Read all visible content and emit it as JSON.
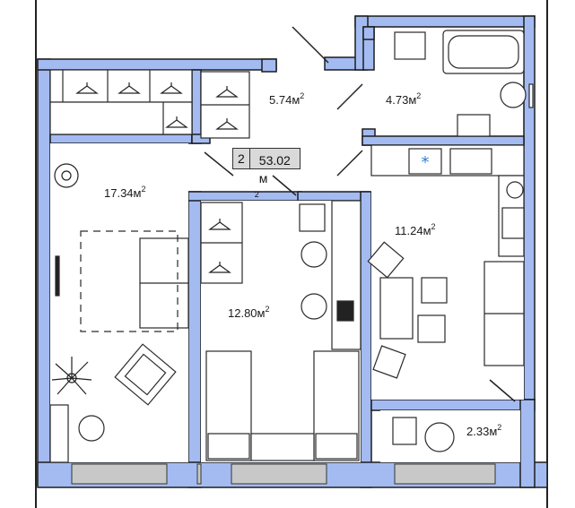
{
  "apartment": {
    "rooms_count": "2",
    "total_area": "53.02",
    "unit": "м",
    "unit_power": "2"
  },
  "rooms": [
    {
      "id": "living",
      "area": "17.34"
    },
    {
      "id": "hall",
      "area": "5.74"
    },
    {
      "id": "bathroom",
      "area": "4.73"
    },
    {
      "id": "bedroom",
      "area": "12.80"
    },
    {
      "id": "kitchen",
      "area": "11.24"
    },
    {
      "id": "balcony",
      "area": "2.33"
    }
  ],
  "colors": {
    "wall": "#a4bbf2",
    "wall_stroke": "#1c1c1c",
    "furniture_stroke": "#2a2a2a",
    "window": "#c8c8c8",
    "badge_bg": "#d9d9d9",
    "fridge_accent": "#2f7fd0"
  },
  "icons": [
    "hanger-icon",
    "plant-icon",
    "fridge-snowflake-icon",
    "stove-icon",
    "sink-icon",
    "toilet-icon",
    "bathtub-icon",
    "washing-machine-icon",
    "tv-icon",
    "laptop-icon"
  ]
}
